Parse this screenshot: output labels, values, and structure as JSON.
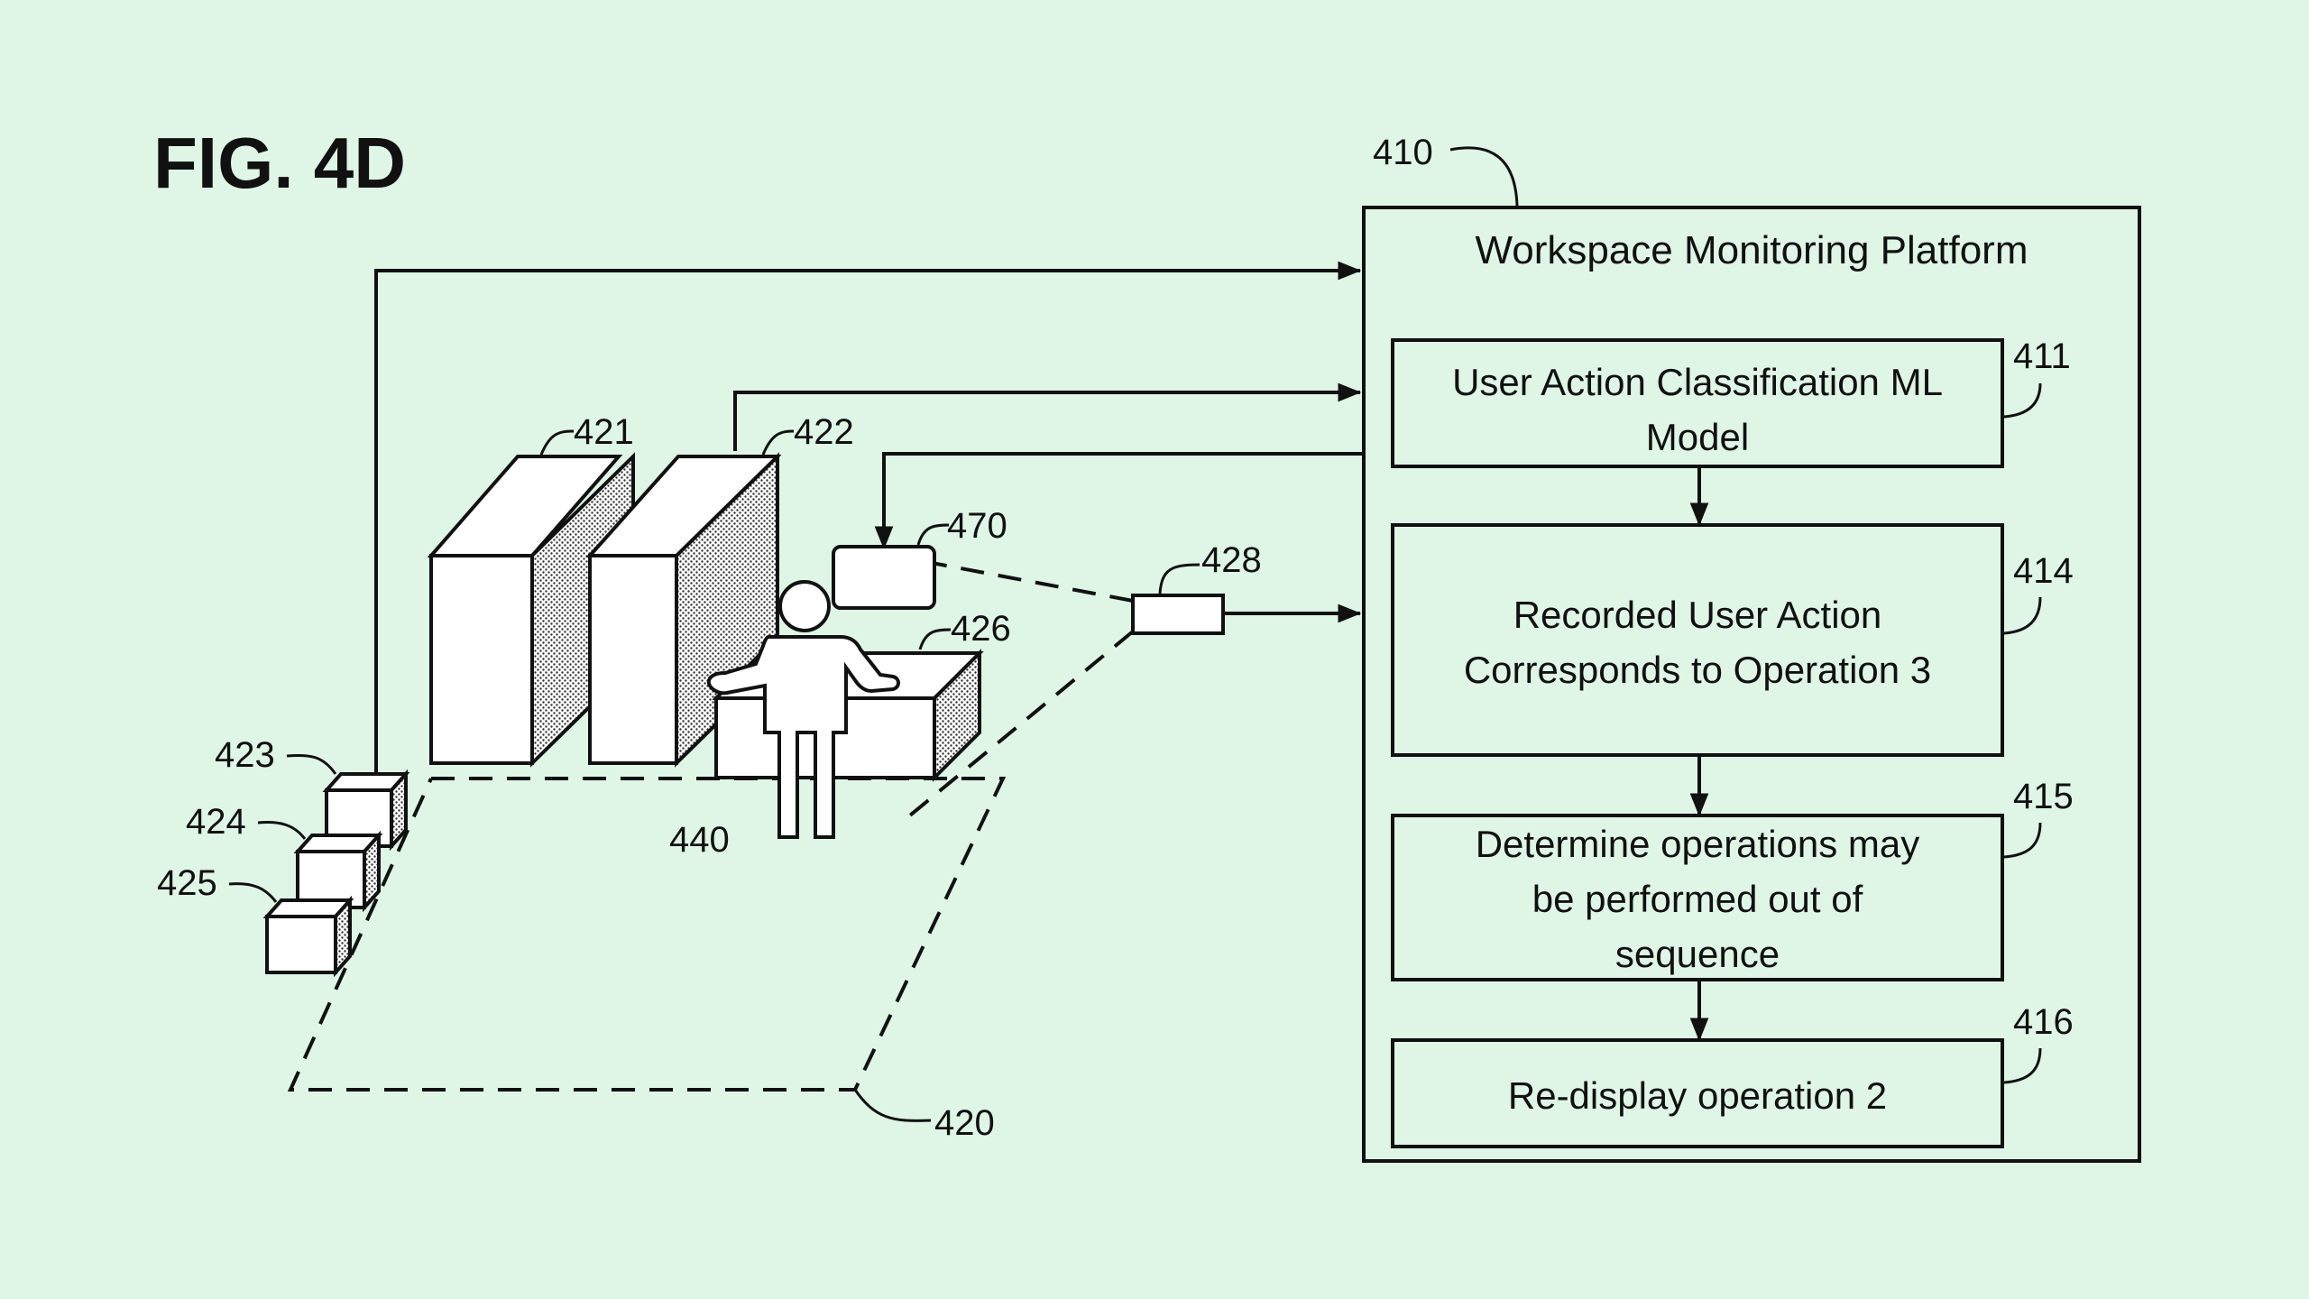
{
  "figure": {
    "title": "FIG. 4D"
  },
  "platform": {
    "ref": "410",
    "title": "Workspace Monitoring Platform",
    "steps": [
      {
        "ref": "411",
        "lines": [
          "User Action Classification ML",
          "Model"
        ]
      },
      {
        "ref": "414",
        "lines": [
          "Recorded User Action",
          "Corresponds to Operation 3"
        ]
      },
      {
        "ref": "415",
        "lines": [
          "Determine operations may",
          "be performed out of",
          "sequence"
        ]
      },
      {
        "ref": "416",
        "lines": [
          "Re-display operation 2"
        ]
      }
    ]
  },
  "workspace": {
    "refs": {
      "workspace_area": "420",
      "bin_1": "421",
      "bin_2": "422",
      "part_a": "423",
      "part_b": "424",
      "part_c": "425",
      "workbench": "426",
      "sensor": "428",
      "user": "440",
      "display": "470"
    }
  },
  "colors": {
    "background": "#dff5e6",
    "line": "#111111",
    "fill": "#ffffff"
  }
}
